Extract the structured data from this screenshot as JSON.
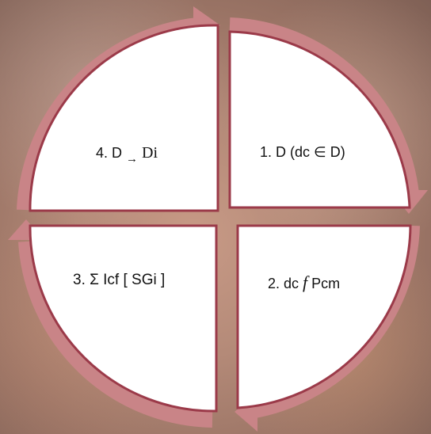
{
  "diagram": {
    "quadrants": [
      {
        "id": "q1",
        "label_prefix": "1. D (dc ∈ D)"
      },
      {
        "id": "q2",
        "label_prefix": "2. dc ",
        "label_symbol": "f",
        "label_suffix": " Pcm"
      },
      {
        "id": "q3",
        "label_prefix": "3. Σ Icf [ SGi ]"
      },
      {
        "id": "q4",
        "label_prefix": "4. D ",
        "label_arrow": "→",
        "label_suffix": " Di"
      }
    ],
    "colors": {
      "arrow": "#c98487",
      "quadrant_fill": "#ffffff",
      "quadrant_border": "#9b3a49"
    }
  }
}
